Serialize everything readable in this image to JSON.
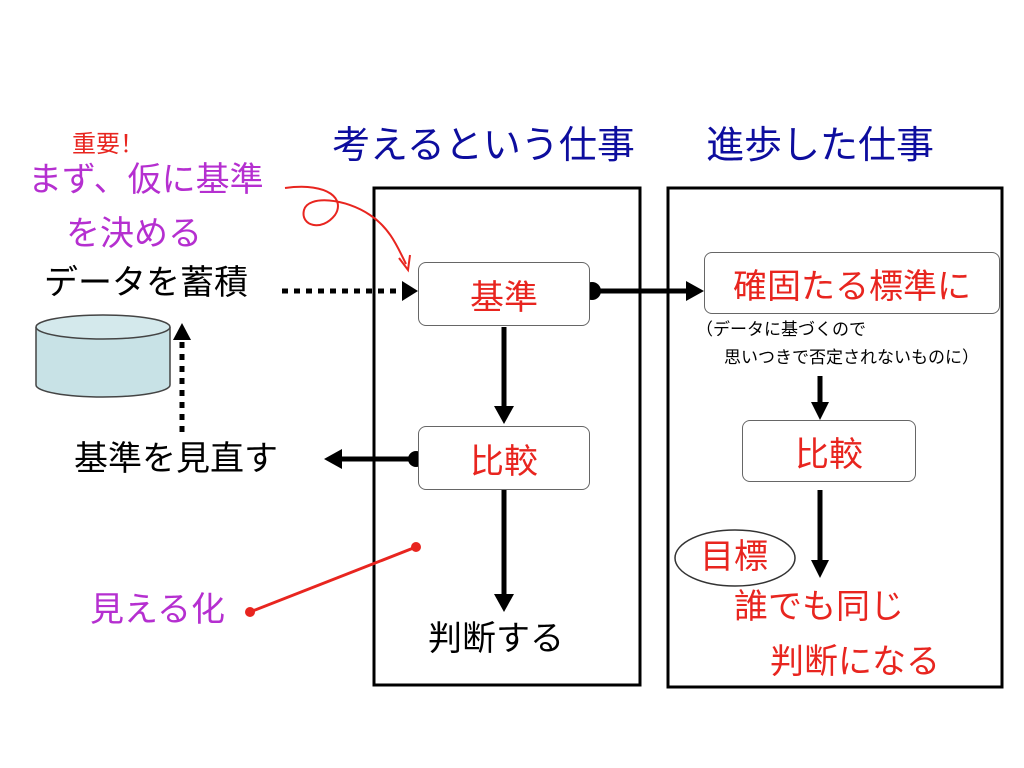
{
  "titles": {
    "left": "考えるという仕事",
    "right": "進歩した仕事"
  },
  "annotations": {
    "important": "重要！",
    "set_standard_line1": "まず、仮に基準",
    "set_standard_line2": "を決める",
    "visualize": "見える化"
  },
  "left_side": {
    "accumulate": "データを蓄積",
    "review": "基準を見直す"
  },
  "left_box": {
    "standard": "基準",
    "compare": "比較",
    "judge": "判断する"
  },
  "right_box": {
    "fixed_standard": "確固たる標準に",
    "note_line1": "（データに基づくので",
    "note_line2": "思いつきで否定されないものに）",
    "compare": "比較",
    "goal": "目標",
    "same_line1": "誰でも同じ",
    "same_line2": "判断になる"
  },
  "colors": {
    "title": "#0d0d9e",
    "red": "#e8251f",
    "magenta": "#b52fd0",
    "database": "#c8e2e6"
  }
}
